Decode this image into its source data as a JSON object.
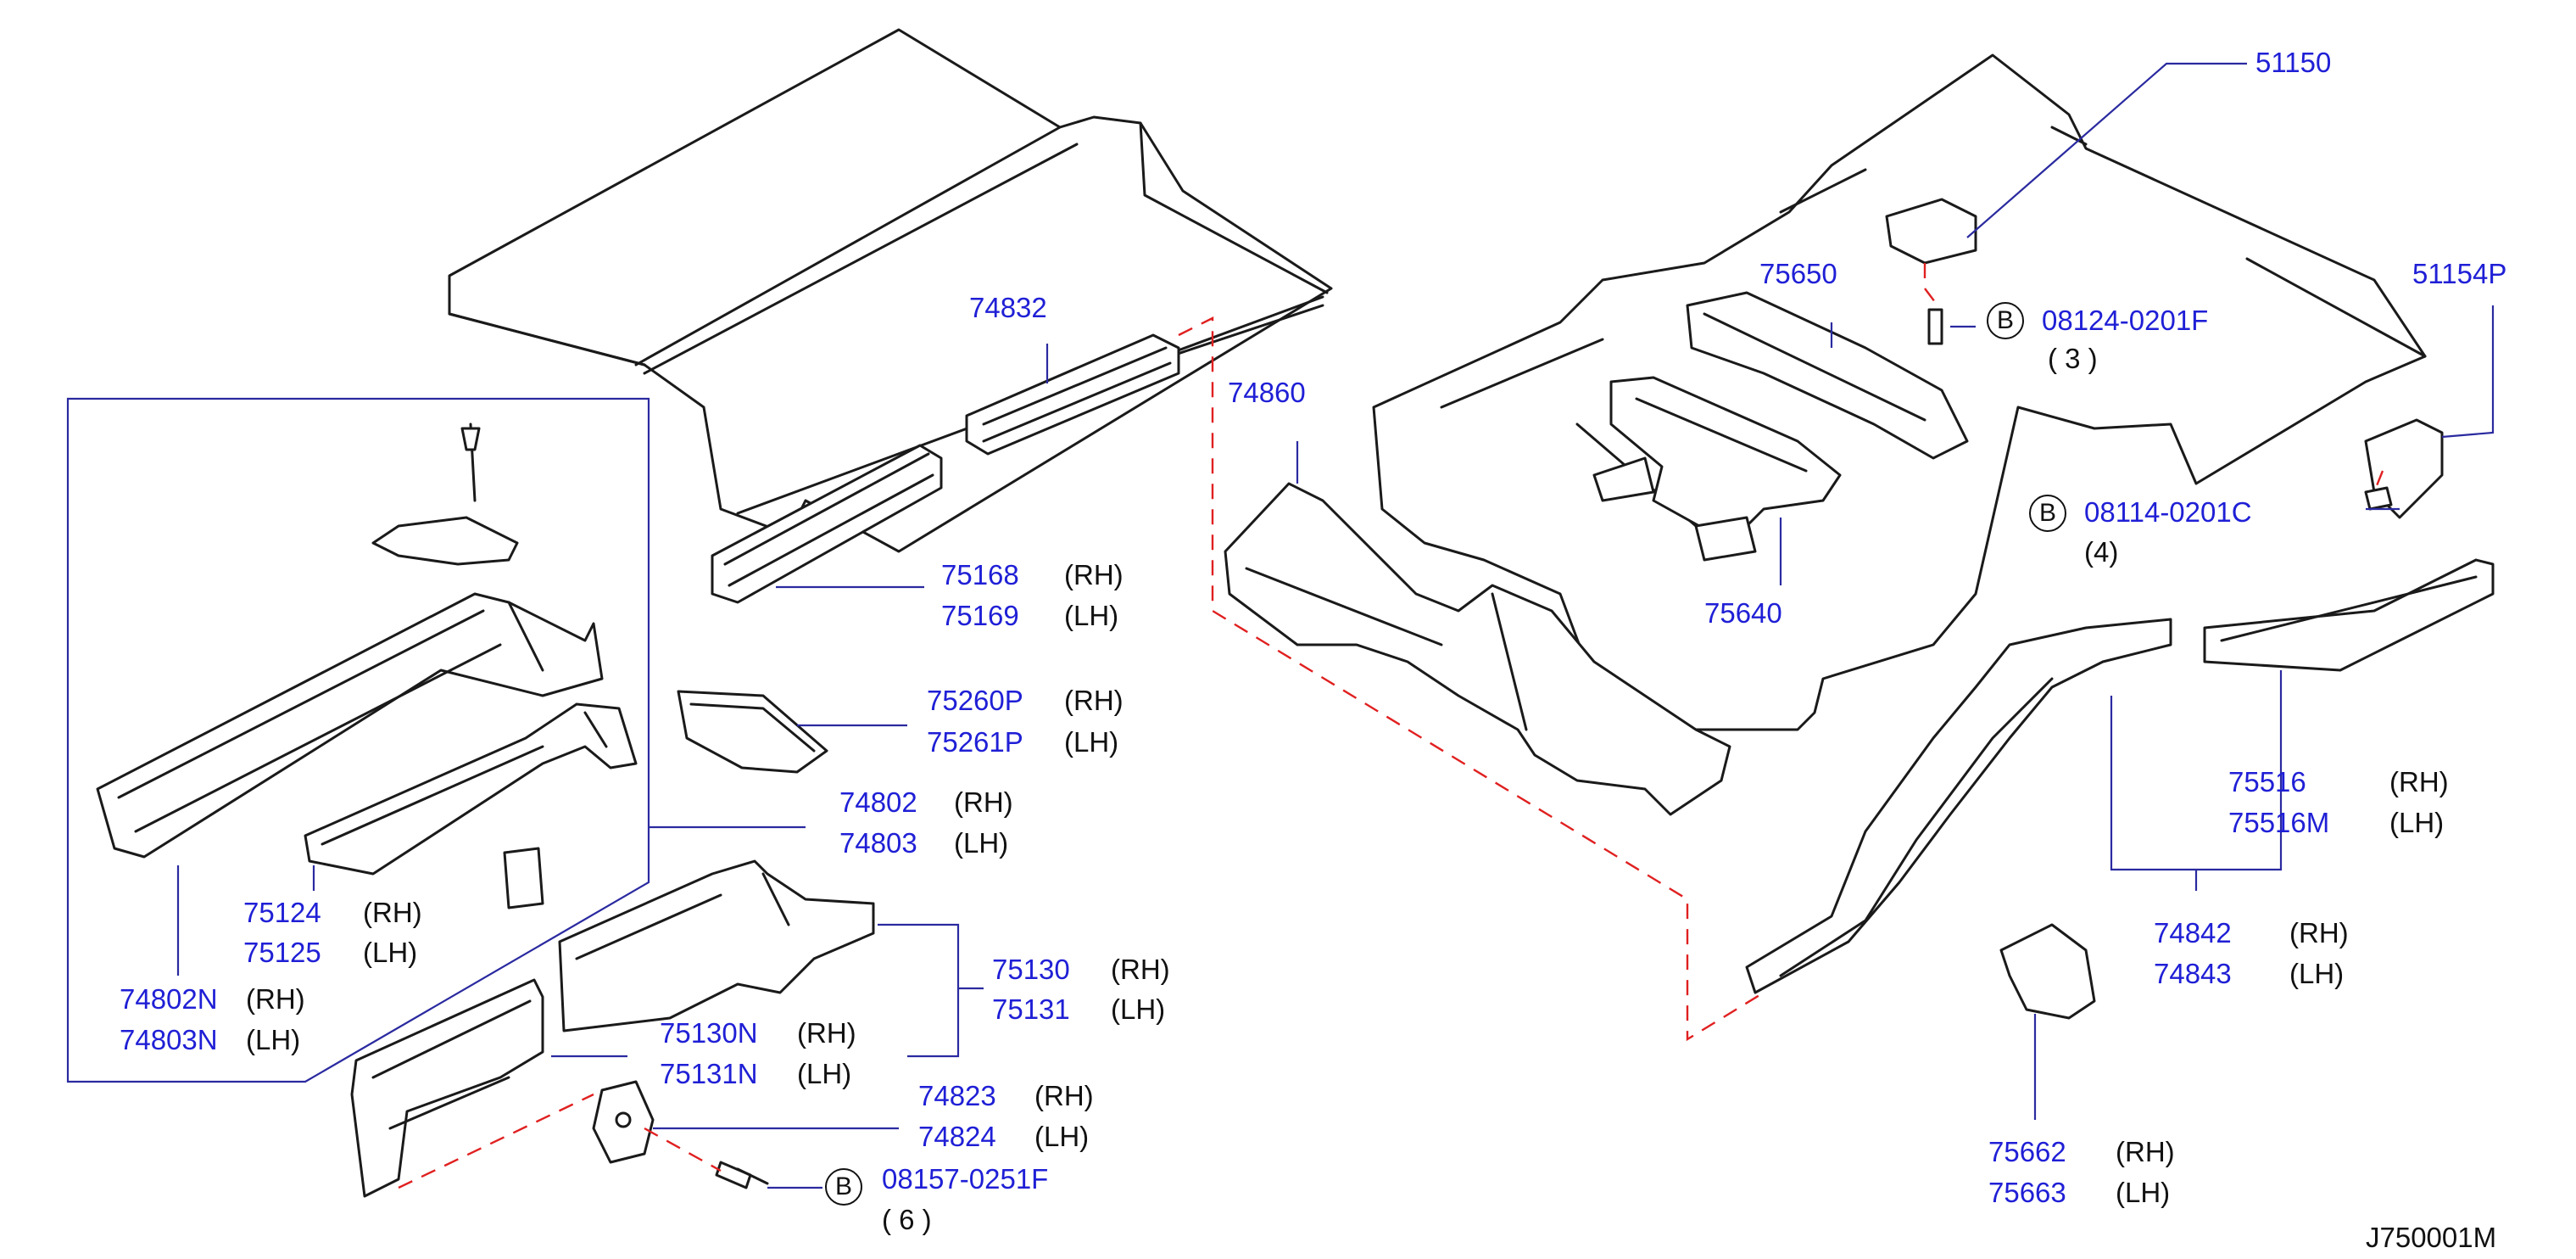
{
  "diagram_code": "J750001M",
  "callouts": {
    "c74832": {
      "part": "74832"
    },
    "c75168": {
      "part": "75168",
      "side": "(RH)"
    },
    "c75169": {
      "part": "75169",
      "side": "(LH)"
    },
    "c75260p": {
      "part": "75260P",
      "side": "(RH)"
    },
    "c75261p": {
      "part": "75261P",
      "side": "(LH)"
    },
    "c74802": {
      "part": "74802",
      "side": "(RH)"
    },
    "c74803": {
      "part": "74803",
      "side": "(LH)"
    },
    "c75124": {
      "part": "75124",
      "side": "(RH)"
    },
    "c75125": {
      "part": "75125",
      "side": "(LH)"
    },
    "c74802n": {
      "part": "74802N",
      "side": "(RH)"
    },
    "c74803n": {
      "part": "74803N",
      "side": "(LH)"
    },
    "c75130": {
      "part": "75130",
      "side": "(RH)"
    },
    "c75131": {
      "part": "75131",
      "side": "(LH)"
    },
    "c75130n": {
      "part": "75130N",
      "side": "(RH)"
    },
    "c75131n": {
      "part": "75131N",
      "side": "(LH)"
    },
    "c74823": {
      "part": "74823",
      "side": "(RH)"
    },
    "c74824": {
      "part": "74824",
      "side": "(LH)"
    },
    "c74860": {
      "part": "74860"
    },
    "c75650": {
      "part": "75650"
    },
    "c75640": {
      "part": "75640"
    },
    "c51150": {
      "part": "51150"
    },
    "c51154p": {
      "part": "51154P"
    },
    "c75516": {
      "part": "75516",
      "side": "(RH)"
    },
    "c75516m": {
      "part": "75516M",
      "side": "(LH)"
    },
    "c74842": {
      "part": "74842",
      "side": "(RH)"
    },
    "c74843": {
      "part": "74843",
      "side": "(LH)"
    },
    "c75662": {
      "part": "75662",
      "side": "(RH)"
    },
    "c75663": {
      "part": "75663",
      "side": "(LH)"
    }
  },
  "bolts": {
    "b1": {
      "badge": "B",
      "part": "08124-0201F",
      "qty": "( 3 )"
    },
    "b2": {
      "badge": "B",
      "part": "08114-0201C",
      "qty": "(4)"
    },
    "b3": {
      "badge": "B",
      "part": "08157-0251F",
      "qty": "( 6 )"
    }
  },
  "colors": {
    "part_number": "#1f1fd6",
    "leader": "#2a2aa0",
    "assembly_dash": "#e02020",
    "linework": "#1a1a1a"
  }
}
